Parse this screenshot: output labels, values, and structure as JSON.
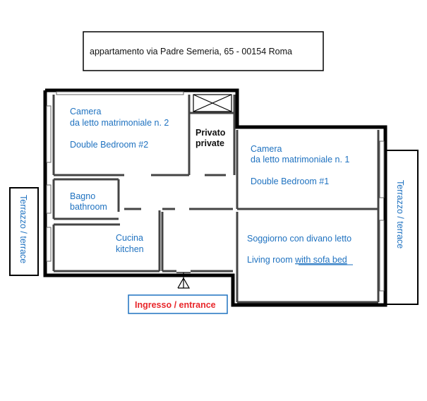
{
  "header": {
    "address": "appartamento via Padre Semeria, 65 - 00154  Roma"
  },
  "rooms": {
    "bedroom2": {
      "line1": "Camera",
      "line2": "da letto matrimoniale n. 2",
      "line3": "Double Bedroom #2"
    },
    "private": {
      "line1": "Privato",
      "line2": "private"
    },
    "bedroom1": {
      "line1": "Camera",
      "line2": "da letto matrimoniale n. 1",
      "line3": "Double Bedroom #1"
    },
    "bathroom": {
      "line1": "Bagno",
      "line2": "bathroom"
    },
    "kitchen": {
      "line1": "Cucina",
      "line2": "kitchen"
    },
    "living": {
      "line1": "Soggiorno con divano letto",
      "line2_a": "Living room ",
      "line2_b": "with sofa bed"
    }
  },
  "terraces": {
    "left": "Terrazzo / terrace",
    "right": "Terrazzo  /  terrace"
  },
  "entrance": {
    "label": "Ingresso / entrance"
  },
  "colors": {
    "label_blue": "#1f72c0",
    "entrance_red": "#e8262a",
    "entrance_border": "#1f72c0",
    "wall": "#000000",
    "wall_inner": "#555555"
  }
}
